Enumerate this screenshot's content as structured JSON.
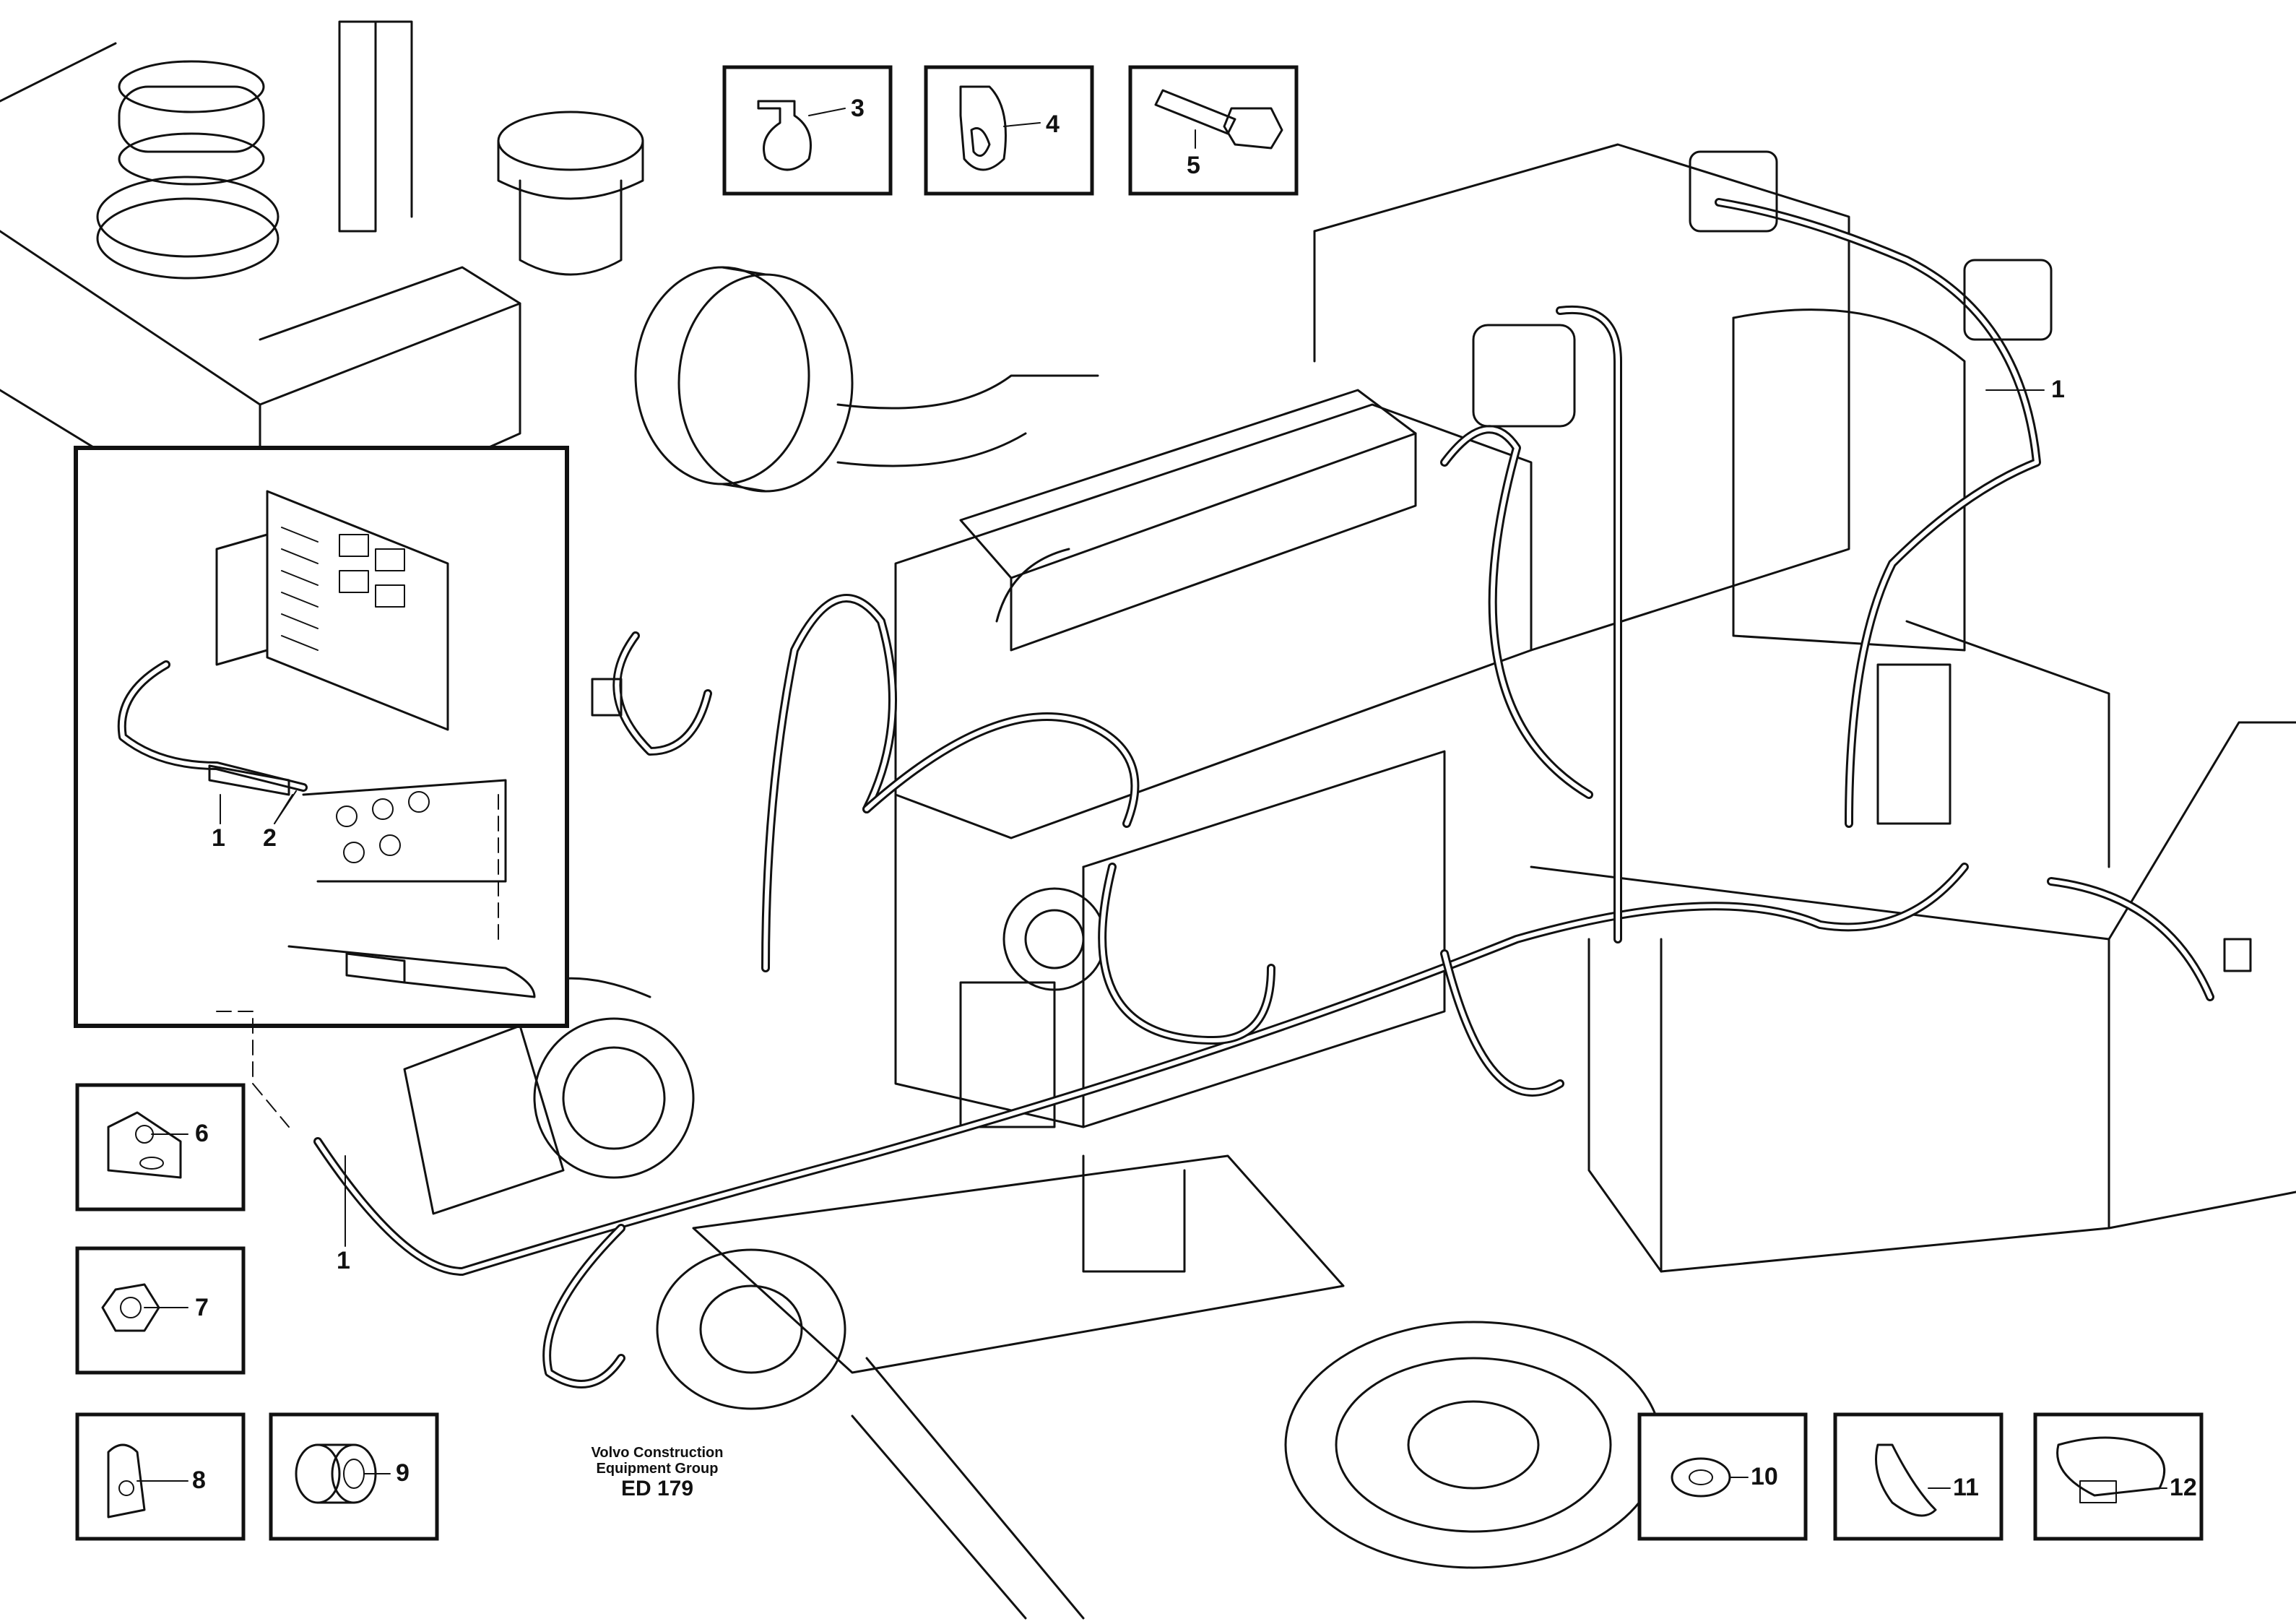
{
  "callouts": {
    "c1_right": "1",
    "c1_inset": "1",
    "c2_inset": "2",
    "c1_bottom": "1",
    "c3": "3",
    "c4": "4",
    "c5": "5",
    "c6": "6",
    "c7": "7",
    "c8": "8",
    "c9": "9",
    "c10": "10",
    "c11": "11",
    "c12": "12"
  },
  "caption": {
    "company_line1": "Volvo Construction",
    "company_line2": "Equipment Group",
    "drawing_code": "ED 179"
  },
  "icons": {
    "part_3": "p-clip-icon",
    "part_4": "p-clip-large-icon",
    "part_5": "hex-bolt-icon",
    "part_6": "angle-bracket-icon",
    "part_7": "hex-nut-icon",
    "part_8": "edge-clip-icon",
    "part_9": "spacer-sleeve-icon",
    "part_10": "washer-icon",
    "part_11": "cable-tie-icon",
    "part_12": "hose-clamp-icon"
  }
}
